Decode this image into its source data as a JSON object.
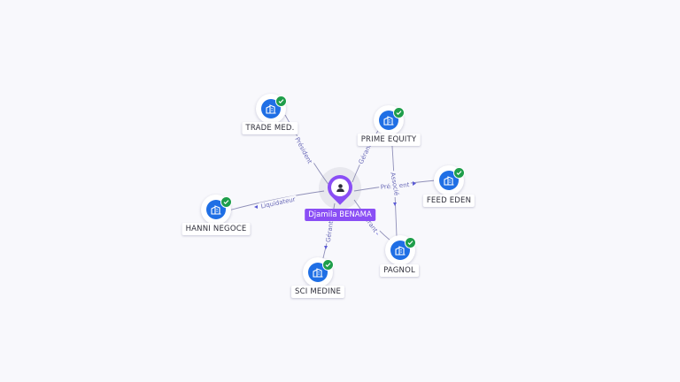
{
  "person": {
    "name": "Djamila BENAMA",
    "icon": "person-icon",
    "accent": "#8a4ef5"
  },
  "companies": {
    "trade_med": {
      "name": "TRADE MED.",
      "icon": "company-building-icon",
      "verified_icon": "verified-check-icon"
    },
    "prime_equity": {
      "name": "PRIME EQUITY",
      "icon": "company-building-icon",
      "verified_icon": "verified-check-icon"
    },
    "feed_eden": {
      "name": "FEED EDEN",
      "icon": "company-building-icon",
      "verified_icon": "verified-check-icon"
    },
    "hanni_negoce": {
      "name": "HANNI NEGOCE",
      "icon": "company-building-icon",
      "verified_icon": "verified-check-icon"
    },
    "sci_medine": {
      "name": "SCI MEDINE",
      "icon": "company-building-icon",
      "verified_icon": "verified-check-icon"
    },
    "pagnol": {
      "name": "PAGNOL",
      "icon": "company-building-icon",
      "verified_icon": "verified-check-icon"
    }
  },
  "edges": {
    "trade_med": {
      "label": "Président"
    },
    "prime_equity": {
      "label": "Gérant"
    },
    "feed_eden": {
      "label": "Président"
    },
    "hanni_negoce": {
      "label": "Liquidateur"
    },
    "sci_medine": {
      "label": "Gérant"
    },
    "pagnol": {
      "label": "Gérant"
    },
    "prime_to_pagnol": {
      "label": "Associé"
    }
  },
  "colors": {
    "company": "#1f6fe5",
    "verified": "#1e9e4a",
    "edge": "#8f8fb8",
    "edge_label": "#6b6bb8"
  }
}
